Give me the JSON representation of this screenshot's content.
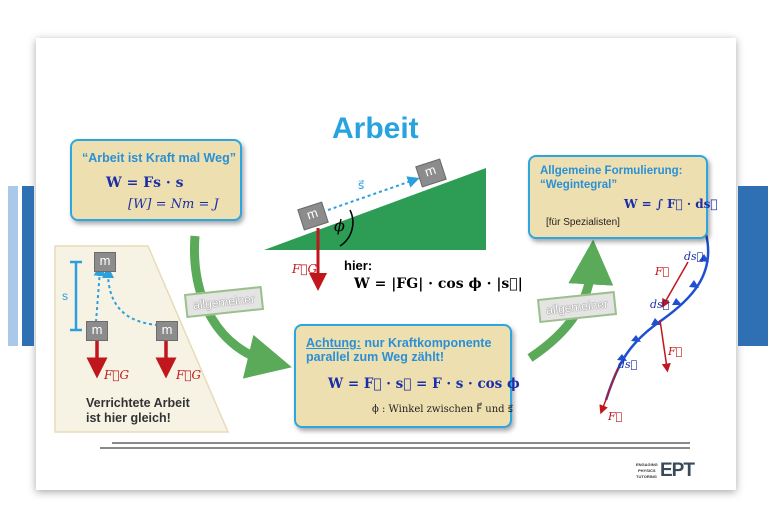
{
  "title": "Arbeit",
  "box1": {
    "quote": "“Arbeit ist Kraft mal Weg”",
    "formula": "W = Fs · s",
    "unit": "[W] = Nm = J"
  },
  "box2": {
    "heading": "Achtung:",
    "text": " nur Kraftkomponente parallel zum Weg zählt!",
    "formula": "W = F⃗ · s⃗ = F · s · cos ϕ",
    "note": "ϕ : Winkel zwischen F⃗ und s⃗"
  },
  "box3": {
    "line1": "Allgemeine Formulierung:",
    "line2": "“Wegintegral”",
    "formula": "W = ∫ F⃗ · ds⃗",
    "note": "[für Spezialisten]"
  },
  "tags": {
    "left": "allgemeiner",
    "right": "allgemeiner"
  },
  "incline": {
    "block": "m",
    "s_label": "s⃗",
    "phi": "ϕ",
    "force": "F⃗G",
    "hier": "hier:",
    "hier_formula": "W = |FG| · cos ϕ · |s⃗|"
  },
  "lift": {
    "block": "m",
    "s_label": "s",
    "force": "F⃗G",
    "caption1": "Verrichtete Arbeit",
    "caption2": "ist hier gleich!"
  },
  "path": {
    "force": "F⃗",
    "ds": "ds⃗"
  },
  "logo": {
    "small1": "ENGAGING",
    "small2": "PHYSICS",
    "small3": "TUTORING",
    "big": "EPT"
  },
  "colors": {
    "accent": "#29a3dd",
    "box": "#eedfb0",
    "arrow_green": "#5aaa5a",
    "force_red": "#c0161c",
    "path_blue": "#1f4fd0"
  }
}
